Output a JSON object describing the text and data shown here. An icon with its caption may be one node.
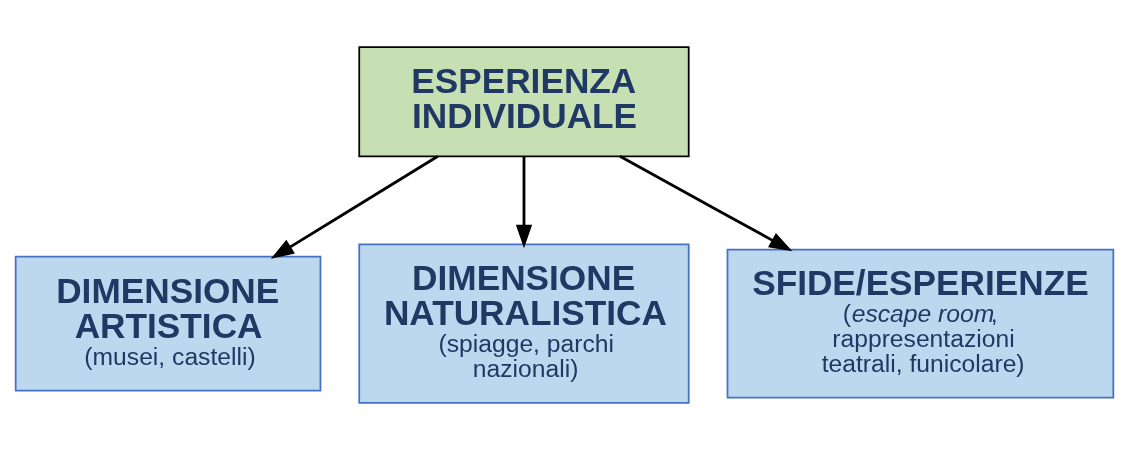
{
  "diagram": {
    "nodes": [
      {
        "text": [
          "ESPERIENZA INDIVIDUALE"
        ]
      },
      {
        "text": [
          "DIMENSIONE ARTISTICA",
          "(musei, castelli)"
        ]
      },
      {
        "text": [
          "DIMENSIONE NATURALISTICA",
          "(spiagge, parchi nazionali)"
        ]
      },
      {
        "text": [
          "SFIDE/ESPERIENZE",
          "(*escape room*, rappresentazioni teatrali, funicolare)"
        ]
      }
    ],
    "edges": [
      {
        "from": 0,
        "to": 1,
        "arrow": "to"
      },
      {
        "from": 0,
        "to": 2,
        "arrow": "to"
      },
      {
        "from": 0,
        "to": 3,
        "arrow": "to"
      }
    ]
  }
}
